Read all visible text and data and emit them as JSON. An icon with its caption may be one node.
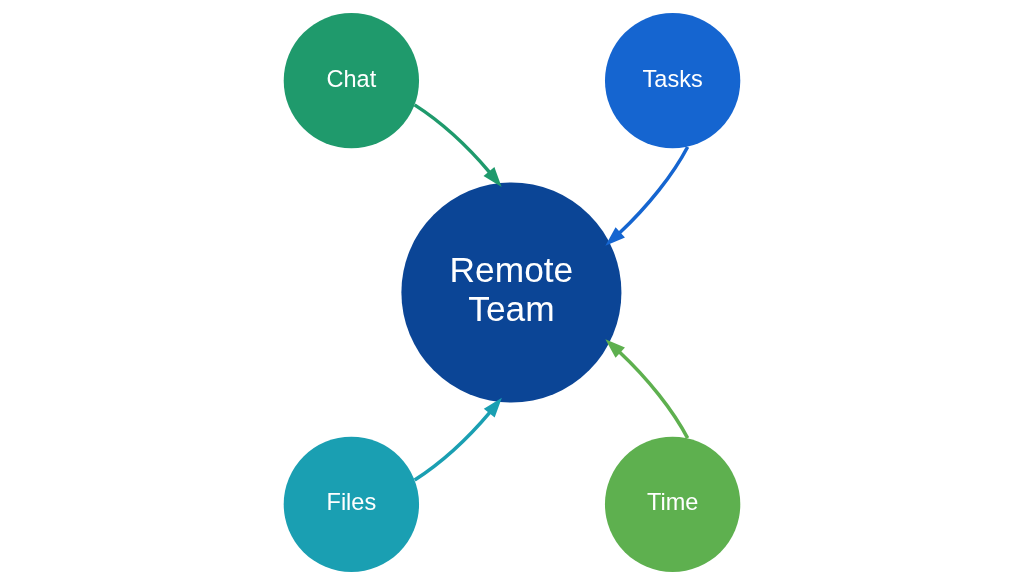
{
  "diagram": {
    "nodes": [
      {
        "text": [
          "Chat"
        ]
      },
      {
        "text": [
          "Tasks"
        ]
      },
      {
        "text": [
          "Remote Team"
        ]
      },
      {
        "text": [
          "Files"
        ]
      },
      {
        "text": [
          "Time"
        ]
      }
    ],
    "edges": [
      {
        "from": 0,
        "to": 2,
        "arrow": "to",
        "color": "#1f9a6c"
      },
      {
        "from": 1,
        "to": 2,
        "arrow": "to",
        "color": "#1565d0"
      },
      {
        "from": 3,
        "to": 2,
        "arrow": "to",
        "color": "#1a9fb2"
      },
      {
        "from": 4,
        "to": 2,
        "arrow": "to",
        "color": "#5eb04f"
      }
    ]
  }
}
